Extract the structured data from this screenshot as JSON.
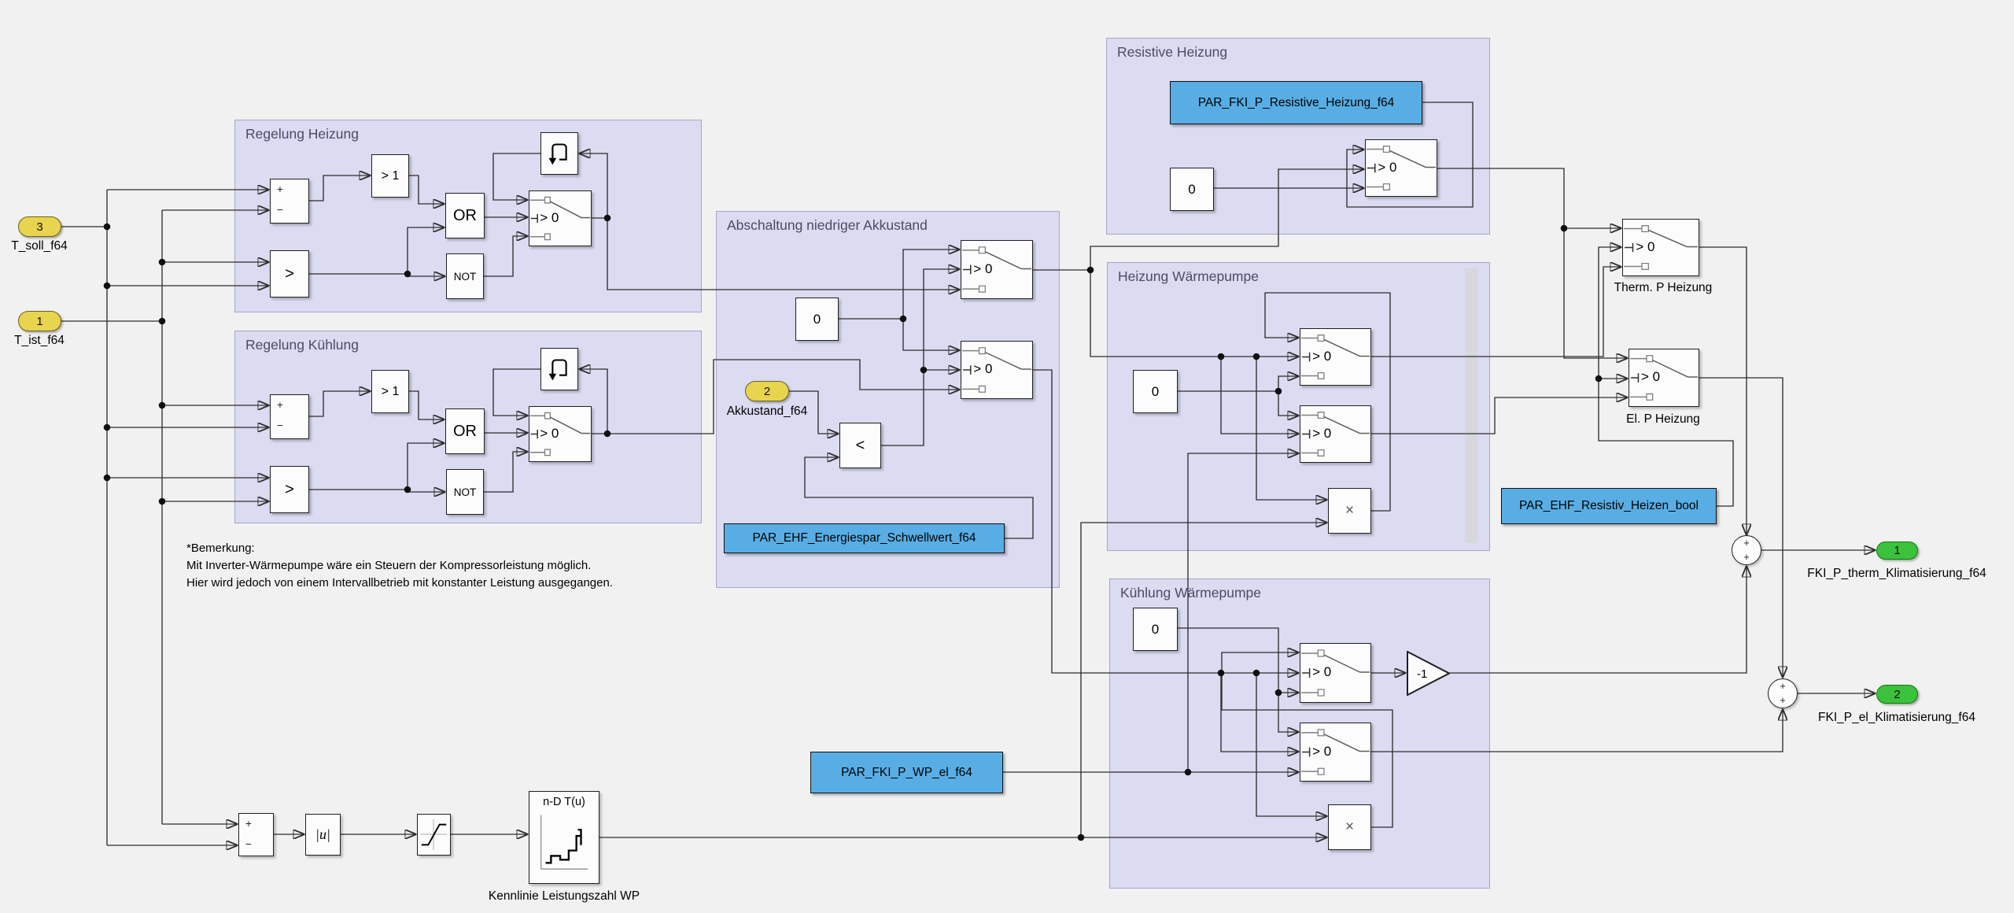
{
  "diagram": {
    "areas": {
      "regelung_heizung": {
        "title": "Regelung Heizung"
      },
      "regelung_kuehlung": {
        "title": "Regelung Kühlung"
      },
      "abschaltung": {
        "title": "Abschaltung niedriger Akkustand"
      },
      "resistive_heizung": {
        "title": "Resistive Heizung"
      },
      "heizung_wp": {
        "title": "Heizung Wärmepumpe"
      },
      "kuehlung_wp": {
        "title": "Kühlung Wärmepumpe"
      }
    },
    "ports": {
      "t_soll": {
        "number": "3",
        "label": "T_soll_f64"
      },
      "t_ist": {
        "number": "1",
        "label": "T_ist_f64"
      },
      "akkustand": {
        "number": "2",
        "label": "Akkustand_f64"
      },
      "out_therm": {
        "number": "1",
        "label": "FKI_P_therm_Klimatisierung_f64"
      },
      "out_el": {
        "number": "2",
        "label": "FKI_P_el_Klimatisierung_f64"
      }
    },
    "params": {
      "energiespar_schwellwert": "PAR_EHF_Energiespar_Schwellwert_f64",
      "resistive_heizung": "PAR_FKI_P_Resistive_Heizung_f64",
      "wp_el": "PAR_FKI_P_WP_el_f64",
      "resistiv_heizen": "PAR_EHF_Resistiv_Heizen_bool"
    },
    "glyphs": {
      "gt1": "> 1",
      "gt": ">",
      "lt": "<",
      "or": "OR",
      "not": "NOT",
      "zero": "0",
      "abs": "|u|",
      "mult": "×",
      "gain_neg1": "-1",
      "lut_title": "n-D T(u)",
      "switch_criteria": "> 0",
      "plus": "+",
      "minus": "−"
    },
    "captions": {
      "therm_p": "Therm. P Heizung",
      "el_p": "El. P Heizung",
      "kennlinie": "Kennlinie Leistungszahl WP"
    },
    "note": {
      "lines": [
        "*Bemerkung:",
        "Mit Inverter-Wärmepumpe wäre ein Steuern der Kompressorleistung möglich.",
        "Hier wird jedoch von einem Intervallbetrieb mit konstanter Leistung ausgegangen."
      ]
    },
    "colors": {
      "input_port": "#e8d44f",
      "output_port": "#3cc13c",
      "param_block": "#58aee4",
      "area_fill": "#dbdbf2"
    }
  }
}
